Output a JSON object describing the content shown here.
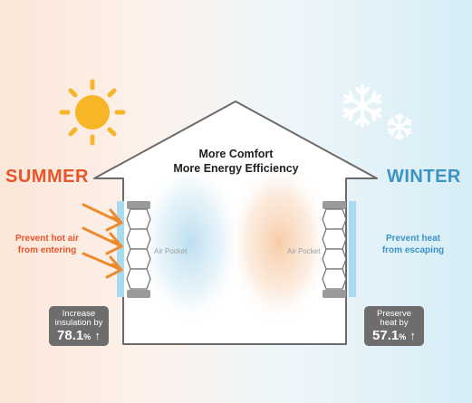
{
  "headline": {
    "line1": "More Comfort",
    "line2": "More Energy Efficiency"
  },
  "summer": {
    "label": "SUMMER",
    "caption_line1": "Prevent hot air",
    "caption_line2": "from entering",
    "stat_line1": "Increase",
    "stat_line2": "insulation by",
    "stat_value": "78.1",
    "stat_unit": "%",
    "color": "#e8552b"
  },
  "winter": {
    "label": "WINTER",
    "caption_line1": "Prevent heat",
    "caption_line2": "from escaping",
    "stat_line1": "Preserve",
    "stat_line2": "heat by",
    "stat_value": "57.1",
    "stat_unit": "%",
    "color": "#3b93c6"
  },
  "air_pocket_label": "Air Pocket",
  "icons": {
    "sun": "sun-icon",
    "snowflake": "snowflake-icon",
    "heat_arrow": "heat-arrow-icon",
    "up_arrow": "arrow-up-icon"
  }
}
